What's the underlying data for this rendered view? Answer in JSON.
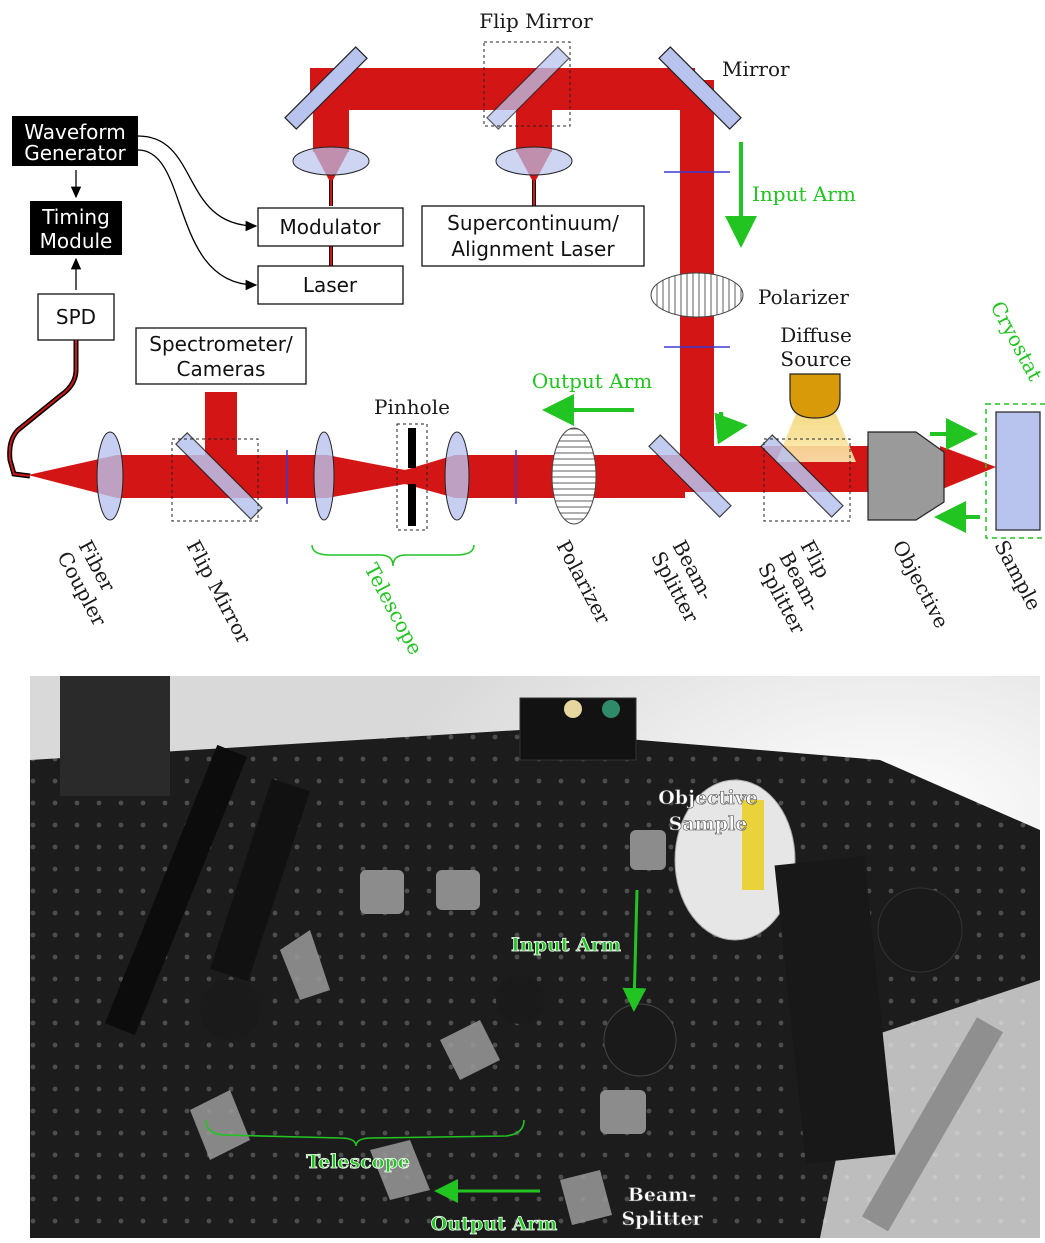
{
  "diagram": {
    "boxes": {
      "waveform_generator": [
        "Waveform",
        "Generator"
      ],
      "timing_module": [
        "Timing",
        "Module"
      ],
      "spd": "SPD",
      "modulator": "Modulator",
      "laser": "Laser",
      "supercontinuum": [
        "Supercontinuum/",
        "Alignment Laser"
      ],
      "spectrometer": [
        "Spectrometer/",
        "Cameras"
      ]
    },
    "labels": {
      "flip_mirror_top": "Flip Mirror",
      "mirror": "Mirror",
      "input_arm": "Input Arm",
      "polarizer_top": "Polarizer",
      "diffuse_source": [
        "Diffuse",
        "Source"
      ],
      "cryostat": "Cryostat",
      "output_arm": "Output Arm",
      "pinhole": "Pinhole"
    },
    "bottom_labels": {
      "fiber_coupler": [
        "Fiber",
        "Coupler"
      ],
      "flip_mirror": [
        "Flip Mirror"
      ],
      "telescope": [
        "Telescope"
      ],
      "polarizer": [
        "Polarizer"
      ],
      "beam_splitter": [
        "Beam-",
        "Splitter"
      ],
      "flip_beam_splitter": [
        "Flip",
        "Beam-",
        "Splitter"
      ],
      "objective": [
        "Objective"
      ],
      "sample": [
        "Sample"
      ]
    },
    "colors": {
      "beam": "#d41515",
      "optic_fill": "#b8c3ee",
      "green_annotation": "#22c422",
      "objective_gray": "#9a9a9a",
      "diffuse_orange": "#d99a0a"
    }
  },
  "photo": {
    "labels": {
      "objective": "Objective",
      "sample": "Sample",
      "input_arm": "Input Arm",
      "telescope": "Telescope",
      "output_arm": "Output Arm",
      "beam_splitter": [
        "Beam-",
        "Splitter"
      ]
    }
  }
}
